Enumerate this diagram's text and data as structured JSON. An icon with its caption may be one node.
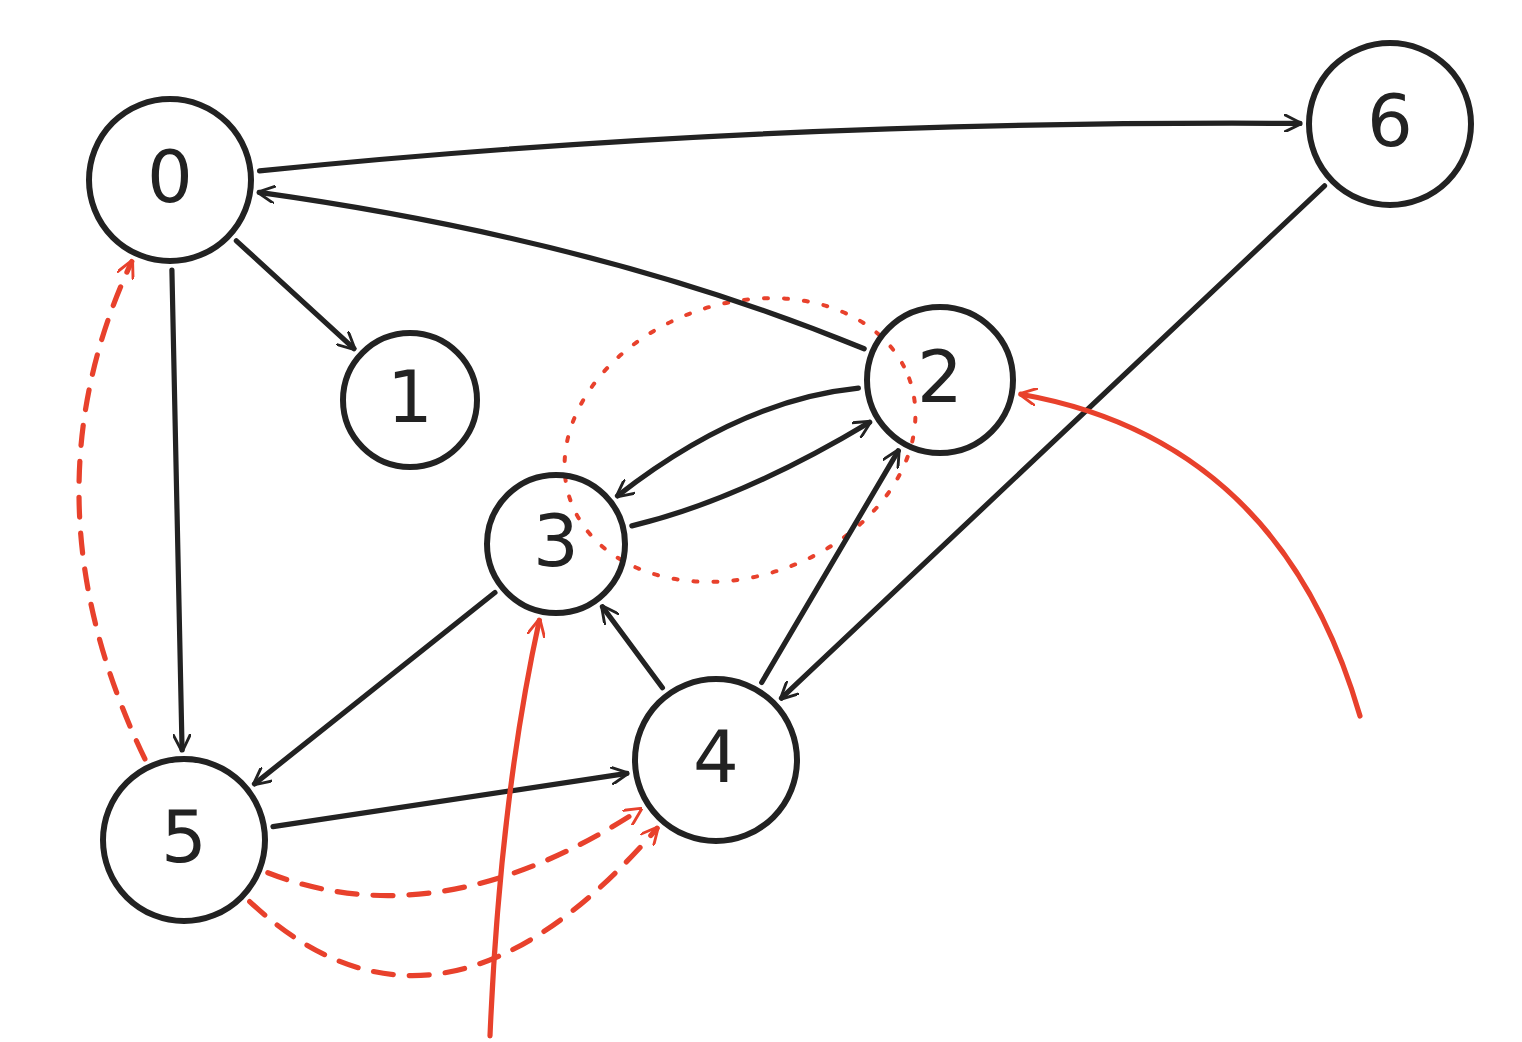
{
  "diagram": {
    "nodes": [
      {
        "text": [
          "0"
        ]
      },
      {
        "text": [
          "1"
        ]
      },
      {
        "text": [
          "2"
        ]
      },
      {
        "text": [
          "3"
        ]
      },
      {
        "text": [
          "4"
        ]
      },
      {
        "text": [
          "5"
        ]
      },
      {
        "text": [
          "6"
        ]
      }
    ],
    "edges": [
      {
        "from": 0,
        "to": 6,
        "arrow": "to"
      },
      {
        "from": 2,
        "to": 0,
        "arrow": "to"
      },
      {
        "from": 0,
        "to": 1,
        "arrow": "to"
      },
      {
        "from": 0,
        "to": 5,
        "arrow": "to"
      },
      {
        "from": 2,
        "to": 3,
        "arrow": "to"
      },
      {
        "from": 3,
        "to": 2,
        "arrow": "to"
      },
      {
        "from": 3,
        "to": 5,
        "arrow": "to"
      },
      {
        "from": 4,
        "to": 3,
        "arrow": "to"
      },
      {
        "from": 4,
        "to": 2,
        "arrow": "to"
      },
      {
        "from": 6,
        "to": 4,
        "arrow": "to"
      },
      {
        "from": 5,
        "to": 4,
        "arrow": "to"
      },
      {
        "from": 5,
        "to": 0,
        "arrow": "to",
        "style": "dashed",
        "color": "#e8412c"
      },
      {
        "from": 5,
        "to": 4,
        "arrow": "to",
        "style": "dashed",
        "color": "#e8412c"
      },
      {
        "from": 5,
        "to": 4,
        "arrow": "to",
        "style": "dashed",
        "color": "#e8412c"
      },
      {
        "from": null,
        "to": 3,
        "arrow": "to",
        "color": "#e8412c"
      },
      {
        "from": null,
        "to": 2,
        "arrow": "to",
        "color": "#e8412c"
      }
    ]
  }
}
